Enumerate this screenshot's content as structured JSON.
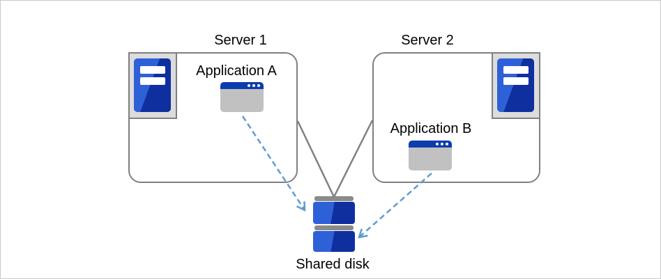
{
  "diagram": {
    "type": "shared-disk-architecture",
    "servers": [
      {
        "label": "Server 1",
        "app_label": "Application A"
      },
      {
        "label": "Server 2",
        "app_label": "Application B"
      }
    ],
    "disk": {
      "label": "Shared disk"
    },
    "icons": [
      "server-tower-icon",
      "app-window-icon",
      "shared-disk-icon"
    ],
    "connections": [
      {
        "from": "Server 1",
        "to": "Shared disk",
        "style": "solid-gray-line"
      },
      {
        "from": "Server 2",
        "to": "Shared disk",
        "style": "solid-gray-line"
      },
      {
        "from": "Application A",
        "to": "Shared disk",
        "style": "dashed-blue-arrow"
      },
      {
        "from": "Application B",
        "to": "Shared disk",
        "style": "dashed-blue-arrow"
      }
    ],
    "colors": {
      "box_border_gray": "#7f7f7f",
      "connector_gray": "#808080",
      "arrow_blue": "#5b9bd5",
      "icon_blue_light": "#2e61d8",
      "icon_blue_dark": "#0f2f9f",
      "titlebar_blue": "#0d3cae",
      "window_body_gray": "#c1c1c1",
      "frame_fill_gray": "#dcdcdc",
      "disk_bar_gray": "#8a8a8a",
      "text_black": "#000000",
      "canvas_border": "#c9c9c9"
    }
  }
}
